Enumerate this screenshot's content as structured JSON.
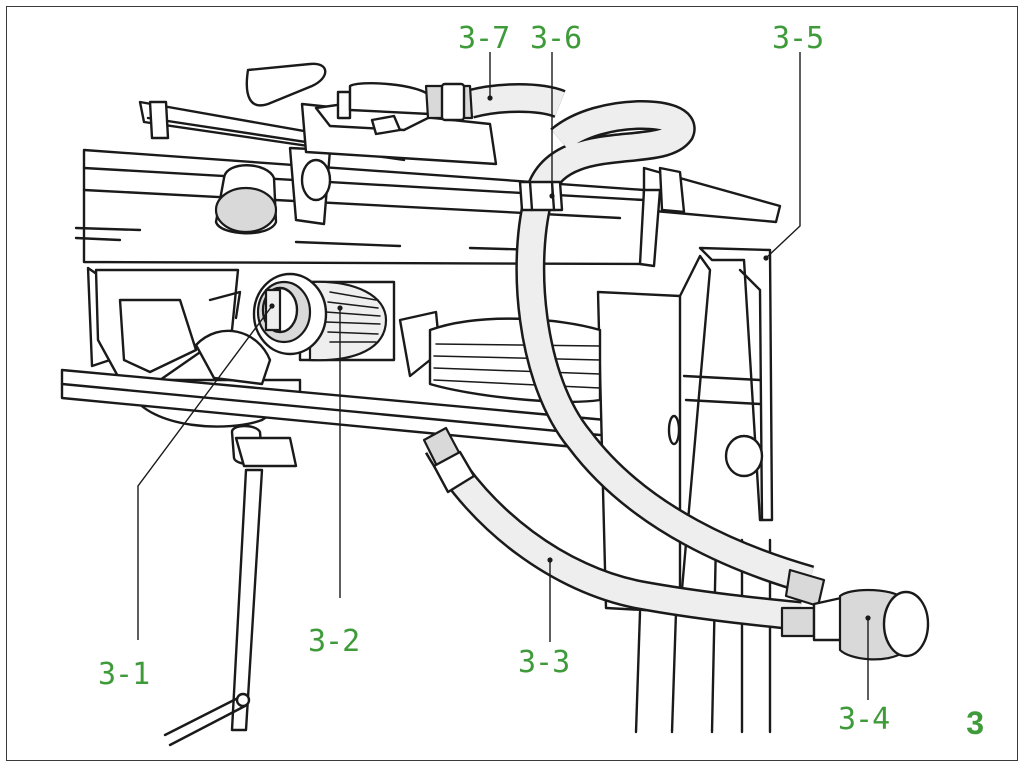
{
  "figure": {
    "number": "3",
    "accent_color": "#3f9b3a",
    "callouts": [
      {
        "id": "3-1",
        "text": "3-1"
      },
      {
        "id": "3-2",
        "text": "3-2"
      },
      {
        "id": "3-3",
        "text": "3-3"
      },
      {
        "id": "3-4",
        "text": "3-4"
      },
      {
        "id": "3-5",
        "text": "3-5"
      },
      {
        "id": "3-6",
        "text": "3-6"
      },
      {
        "id": "3-7",
        "text": "3-7"
      }
    ]
  }
}
